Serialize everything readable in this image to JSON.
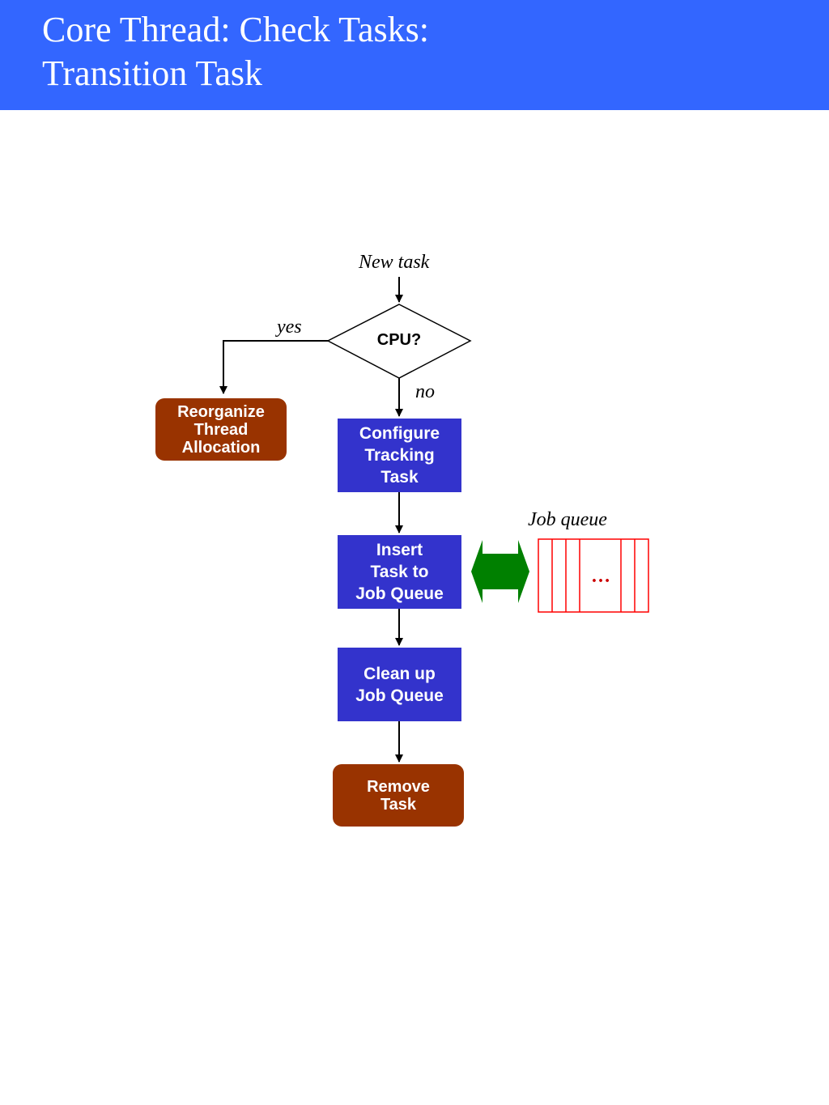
{
  "header": {
    "title_line1": "Core Thread:  Check Tasks:",
    "title_line2": "Transition Task",
    "background_color": "#3366ff"
  },
  "flowchart": {
    "start_label": "New task",
    "decision": {
      "label": "CPU?",
      "yes_label": "yes",
      "no_label": "no"
    },
    "reorganize_box": {
      "lines": [
        "Reorganize",
        "Thread",
        "Allocation"
      ]
    },
    "configure_box": {
      "lines": [
        "Configure",
        "Tracking",
        "Task"
      ]
    },
    "insert_box": {
      "lines": [
        "Insert",
        "Task to",
        "Job Queue"
      ]
    },
    "cleanup_box": {
      "lines": [
        "Clean up",
        "Job Queue"
      ]
    },
    "remove_box": {
      "lines": [
        "Remove",
        "Task"
      ]
    },
    "job_queue": {
      "label": "Job queue",
      "ellipsis": "…"
    },
    "colors": {
      "process_box": "#3333cc",
      "terminal_box": "#993300",
      "double_arrow": "#008000",
      "queue_outline": "#ff0000"
    }
  }
}
